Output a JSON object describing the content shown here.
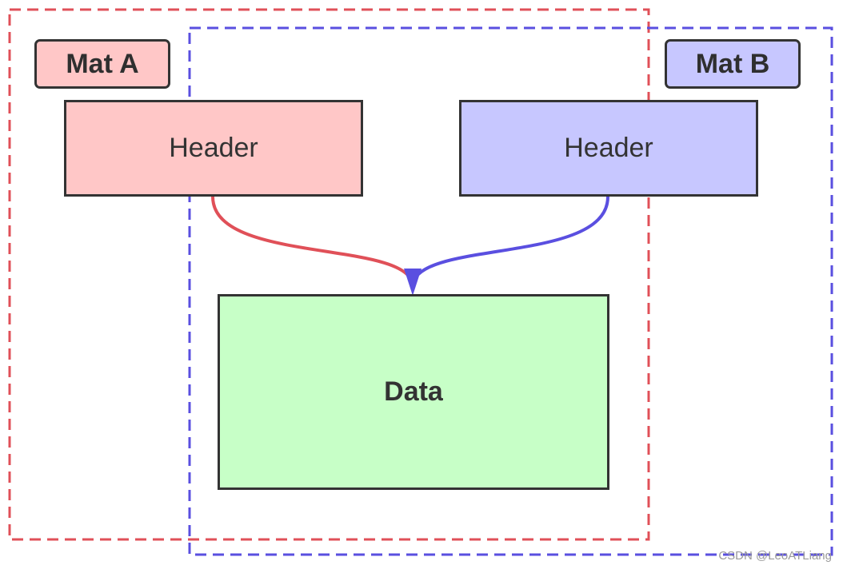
{
  "mat_a": {
    "label": "Mat A",
    "header": "Header",
    "color": "#e05058",
    "fill": "#ffc7c7"
  },
  "mat_b": {
    "label": "Mat B",
    "header": "Header",
    "color": "#5a4fe0",
    "fill": "#c7c7ff"
  },
  "data_block": {
    "label": "Data",
    "fill": "#c7ffc7"
  },
  "watermark": "CSDN @LeoATLiang"
}
